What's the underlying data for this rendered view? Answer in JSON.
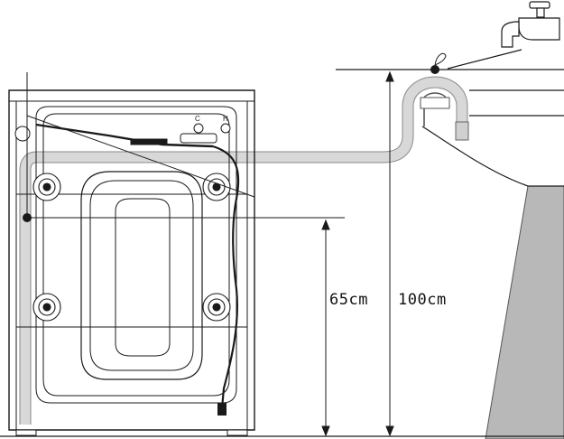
{
  "diagram": {
    "drain_height_min_label": "65cm",
    "drain_height_max_label": "100cm",
    "panel_letters": [
      "C",
      "H"
    ]
  },
  "colors": {
    "line": "#1a1a1a",
    "hose_fill": "#cfcfcf",
    "hose_edge": "#8a8a8a",
    "wall_fill": "#b8b8b8",
    "wall_edge": "#555555"
  },
  "icons": [
    "faucet-icon",
    "hose-clip-icon",
    "drain-hose",
    "washing-machine-back-panel",
    "sink-basin"
  ]
}
